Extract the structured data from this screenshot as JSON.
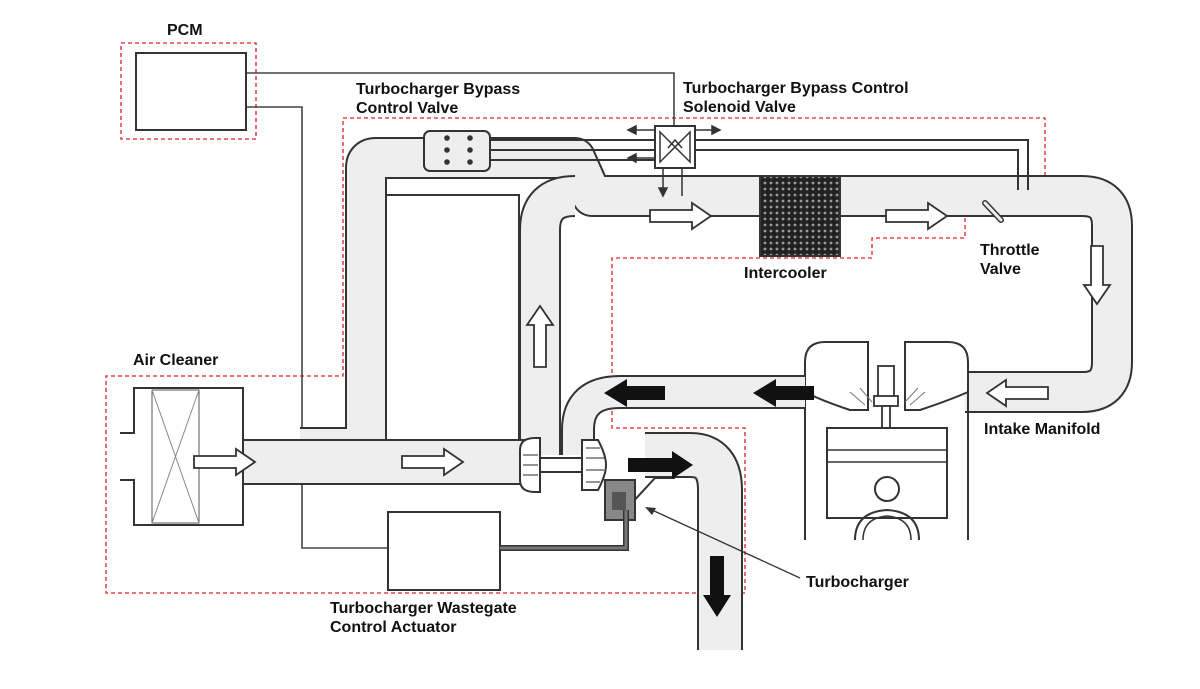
{
  "labels": {
    "pcm": "PCM",
    "bypass_valve_line1": "Turbocharger Bypass",
    "bypass_valve_line2": "Control Valve",
    "solenoid_line1": "Turbocharger Bypass Control",
    "solenoid_line2": "Solenoid Valve",
    "throttle_line1": "Throttle",
    "throttle_line2": "Valve",
    "intercooler": "Intercooler",
    "air_cleaner": "Air Cleaner",
    "intake_manifold": "Intake Manifold",
    "turbocharger": "Turbocharger",
    "wastegate_line1": "Turbocharger Wastegate",
    "wastegate_line2": "Control Actuator"
  },
  "colors": {
    "pipe_wall": "#333333",
    "pipe_fill": "#eeeeee",
    "signal_outline": "#e02020",
    "exhaust_arrow": "#111111",
    "actuator_line": "#777777"
  }
}
